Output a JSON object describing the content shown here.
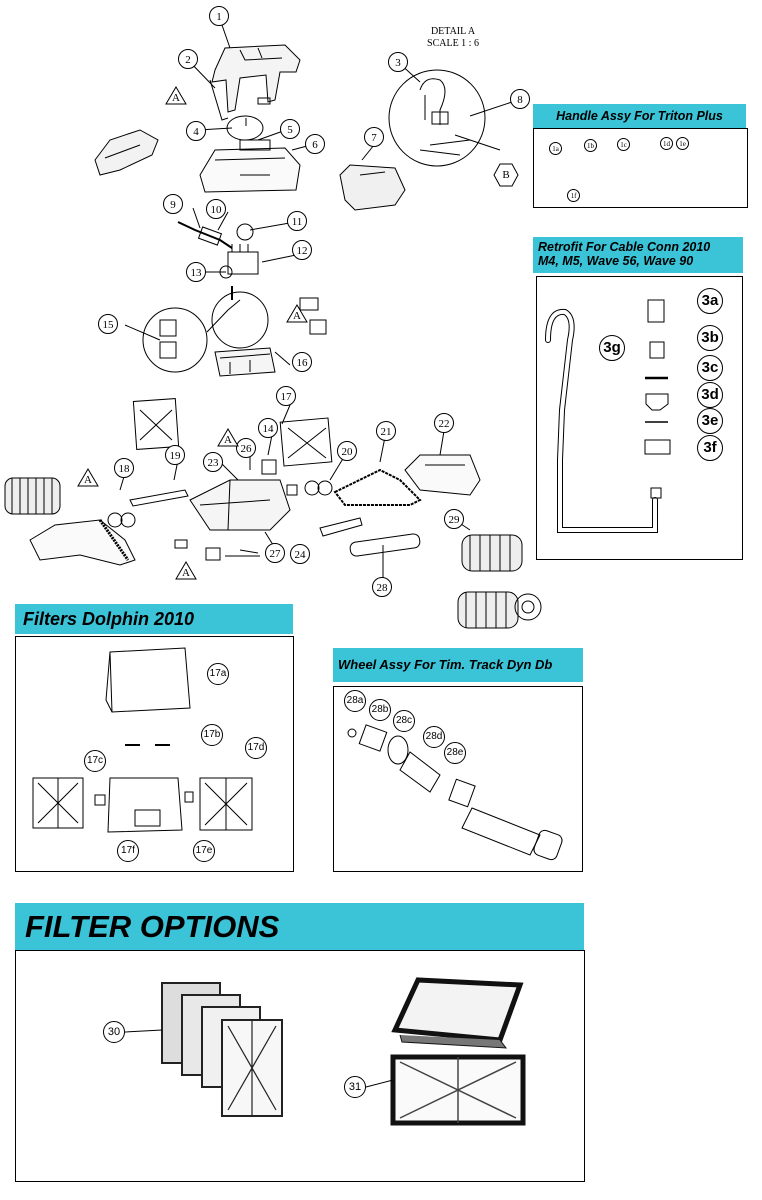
{
  "detail": {
    "title": "DETAIL A",
    "scale": "SCALE 1 : 6"
  },
  "panels": {
    "handle": "Handle Assy For Triton Plus",
    "retrofit_line1": "Retrofit For Cable Conn 2010",
    "retrofit_line2": "M4, M5, Wave 56, Wave 90",
    "filters": "Filters Dolphin 2010",
    "wheel": "Wheel Assy For Tim. Track Dyn Db",
    "options": "FILTER OPTIONS"
  },
  "callouts": {
    "c1": "1",
    "c2": "2",
    "c3": "3",
    "c4": "4",
    "c5": "5",
    "c6": "6",
    "c7": "7",
    "c8": "8",
    "c9": "9",
    "c10": "10",
    "c11": "11",
    "c12": "12",
    "c13": "13",
    "c15": "15",
    "c16": "16",
    "c17": "17",
    "c18": "18",
    "c19": "19",
    "c20": "20",
    "c21": "21",
    "c22": "22",
    "c23": "23",
    "c24": "24",
    "c26": "26",
    "c27": "27",
    "c28": "28",
    "c29": "29",
    "c14": "14",
    "c1a": "1a",
    "c1b": "1b",
    "c1c": "1c",
    "c1d": "1d",
    "c1e": "1e",
    "c1f": "1f",
    "c3a": "3a",
    "c3b": "3b",
    "c3c": "3c",
    "c3d": "3d",
    "c3e": "3e",
    "c3f": "3f",
    "c3g": "3g",
    "c17a": "17a",
    "c17b": "17b",
    "c17c": "17c",
    "c17d": "17d",
    "c17e": "17e",
    "c17f": "17f",
    "c28a": "28a",
    "c28b": "28b",
    "c28c": "28c",
    "c28d": "28d",
    "c28e": "28e",
    "c30": "30",
    "c31": "31"
  },
  "markers": {
    "a": "A",
    "b": "B"
  }
}
